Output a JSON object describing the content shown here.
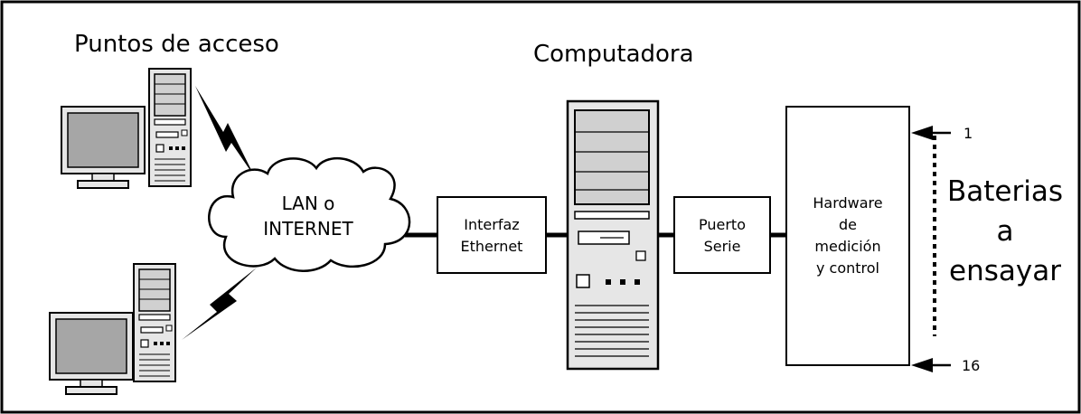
{
  "labels": {
    "access_points": "Puntos de acceso",
    "computer": "Computadora",
    "network_line1": "LAN o",
    "network_line2": "INTERNET",
    "ethernet_line1": "Interfaz",
    "ethernet_line2": "Ethernet",
    "serial_line1": "Puerto",
    "serial_line2": "Serie",
    "hardware_line1": "Hardware",
    "hardware_line2": "de",
    "hardware_line3": "medición",
    "hardware_line4": "y control",
    "batteries_line1": "Baterias",
    "batteries_line2": "a",
    "batteries_line3": "ensayar",
    "channel_first": "1",
    "channel_last": "16"
  },
  "colors": {
    "stroke": "#000000",
    "monitor_screen": "#a6a6a6",
    "case_fill": "#e6e6e6",
    "bay_fill": "#d0d0d0"
  },
  "icons": [
    "monitor-icon",
    "tower-pc-icon",
    "cloud-icon",
    "lightning-icon",
    "arrow-left-icon"
  ]
}
